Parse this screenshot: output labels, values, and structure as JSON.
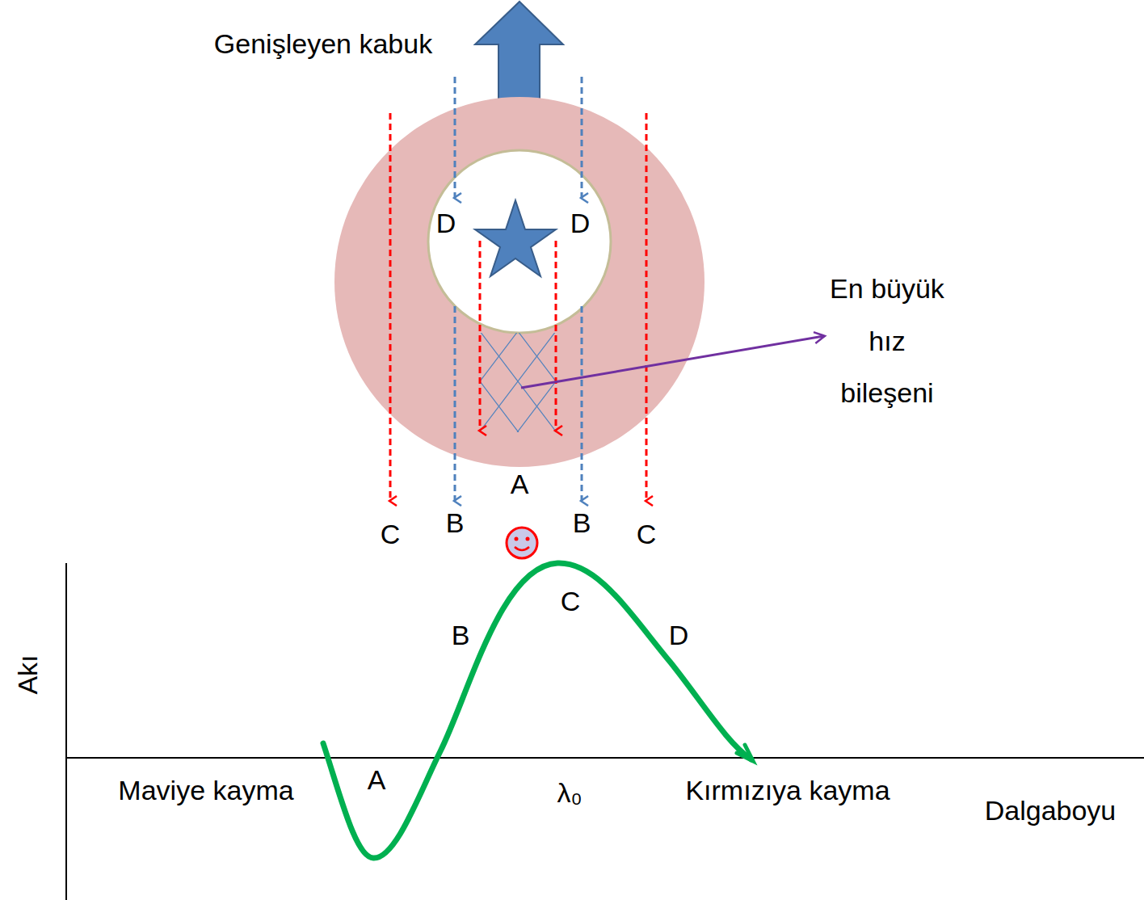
{
  "diagram": {
    "labels": [
      "Genişleyen kabuk",
      "D",
      "D",
      "En büyük hız bileşeni",
      "A",
      "C",
      "B",
      "B",
      "C",
      "Akı",
      "B",
      "C",
      "D",
      "A",
      "Maviye kayma",
      "λ₀",
      "Kırmızıya kayma",
      "Dalgaboyu"
    ]
  }
}
